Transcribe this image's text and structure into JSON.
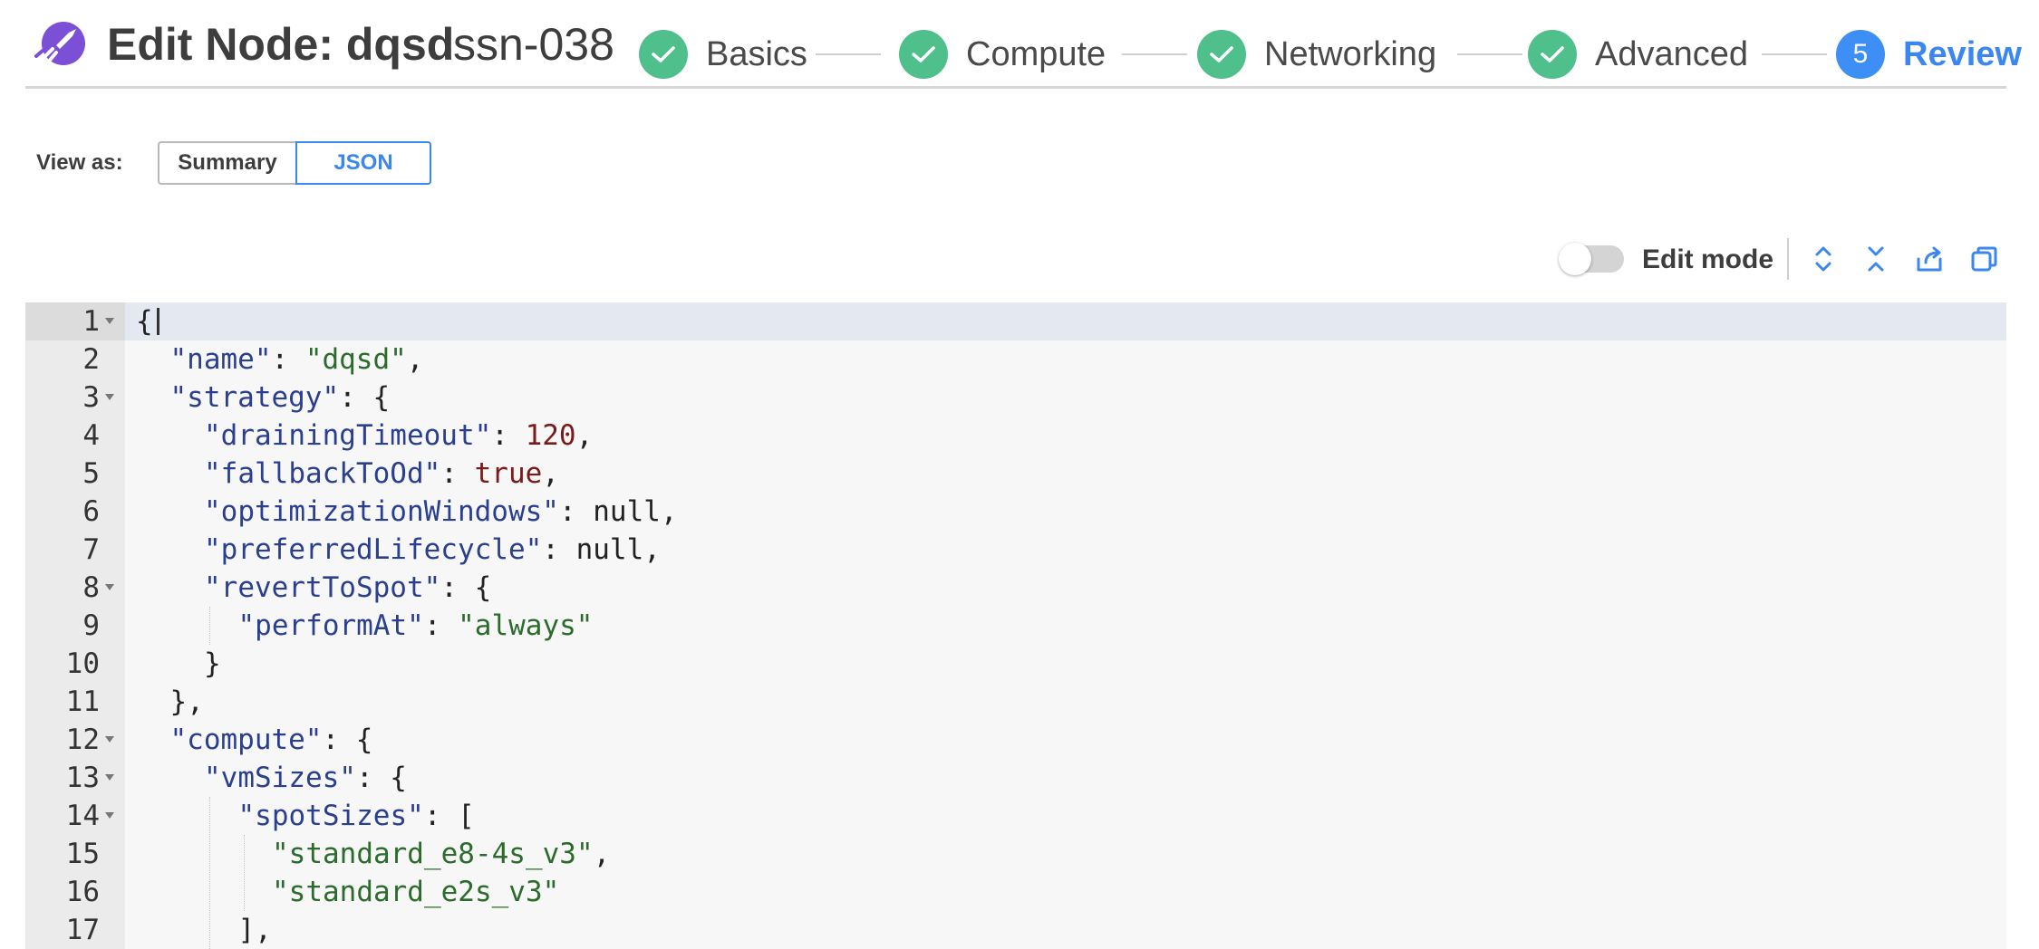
{
  "header": {
    "title": "Edit Node: dqsd",
    "subtitle": "ssn-038",
    "steps": [
      {
        "label": "Basics",
        "state": "done"
      },
      {
        "label": "Compute",
        "state": "done"
      },
      {
        "label": "Networking",
        "state": "done"
      },
      {
        "label": "Advanced",
        "state": "done"
      },
      {
        "label": "Review",
        "number": "5",
        "state": "active"
      }
    ]
  },
  "view_as": {
    "label": "View as:",
    "options": [
      "Summary",
      "JSON"
    ],
    "selected": "JSON"
  },
  "toolbar": {
    "edit_mode_label": "Edit mode",
    "edit_mode_on": false,
    "icons": [
      "expand-all-icon",
      "collapse-all-icon",
      "export-icon",
      "copy-icon"
    ]
  },
  "colors": {
    "accent": "#3b86ef",
    "success": "#4fbf8b",
    "logo": "#7b4fd6"
  },
  "editor": {
    "lines": [
      {
        "n": "1",
        "indent": 0,
        "fold": true,
        "tokens": [
          [
            "p",
            "{"
          ]
        ]
      },
      {
        "n": "2",
        "indent": 1,
        "fold": false,
        "tokens": [
          [
            "key",
            "\"name\""
          ],
          [
            "p",
            ": "
          ],
          [
            "str",
            "\"dqsd\""
          ],
          [
            "p",
            ","
          ]
        ]
      },
      {
        "n": "3",
        "indent": 1,
        "fold": true,
        "tokens": [
          [
            "key",
            "\"strategy\""
          ],
          [
            "p",
            ": {"
          ]
        ]
      },
      {
        "n": "4",
        "indent": 2,
        "fold": false,
        "tokens": [
          [
            "key",
            "\"drainingTimeout\""
          ],
          [
            "p",
            ": "
          ],
          [
            "num",
            "120"
          ],
          [
            "p",
            ","
          ]
        ]
      },
      {
        "n": "5",
        "indent": 2,
        "fold": false,
        "tokens": [
          [
            "key",
            "\"fallbackToOd\""
          ],
          [
            "p",
            ": "
          ],
          [
            "bool",
            "true"
          ],
          [
            "p",
            ","
          ]
        ]
      },
      {
        "n": "6",
        "indent": 2,
        "fold": false,
        "tokens": [
          [
            "key",
            "\"optimizationWindows\""
          ],
          [
            "p",
            ": "
          ],
          [
            "null",
            "null"
          ],
          [
            "p",
            ","
          ]
        ]
      },
      {
        "n": "7",
        "indent": 2,
        "fold": false,
        "tokens": [
          [
            "key",
            "\"preferredLifecycle\""
          ],
          [
            "p",
            ": "
          ],
          [
            "null",
            "null"
          ],
          [
            "p",
            ","
          ]
        ]
      },
      {
        "n": "8",
        "indent": 2,
        "fold": true,
        "tokens": [
          [
            "key",
            "\"revertToSpot\""
          ],
          [
            "p",
            ": {"
          ]
        ]
      },
      {
        "n": "9",
        "indent": 3,
        "fold": false,
        "tokens": [
          [
            "key",
            "\"performAt\""
          ],
          [
            "p",
            ": "
          ],
          [
            "str",
            "\"always\""
          ]
        ]
      },
      {
        "n": "10",
        "indent": 2,
        "fold": false,
        "tokens": [
          [
            "p",
            "}"
          ]
        ]
      },
      {
        "n": "11",
        "indent": 1,
        "fold": false,
        "tokens": [
          [
            "p",
            "},"
          ]
        ]
      },
      {
        "n": "12",
        "indent": 1,
        "fold": true,
        "tokens": [
          [
            "key",
            "\"compute\""
          ],
          [
            "p",
            ": {"
          ]
        ]
      },
      {
        "n": "13",
        "indent": 2,
        "fold": true,
        "tokens": [
          [
            "key",
            "\"vmSizes\""
          ],
          [
            "p",
            ": {"
          ]
        ]
      },
      {
        "n": "14",
        "indent": 3,
        "fold": true,
        "tokens": [
          [
            "key",
            "\"spotSizes\""
          ],
          [
            "p",
            ": ["
          ]
        ]
      },
      {
        "n": "15",
        "indent": 4,
        "fold": false,
        "tokens": [
          [
            "str",
            "\"standard_e8-4s_v3\""
          ],
          [
            "p",
            ","
          ]
        ]
      },
      {
        "n": "16",
        "indent": 4,
        "fold": false,
        "tokens": [
          [
            "str",
            "\"standard_e2s_v3\""
          ]
        ]
      },
      {
        "n": "17",
        "indent": 3,
        "fold": false,
        "tokens": [
          [
            "p",
            "],"
          ]
        ]
      }
    ]
  }
}
